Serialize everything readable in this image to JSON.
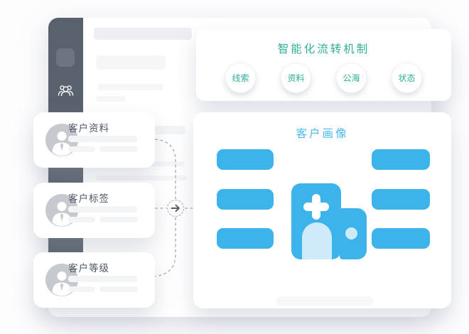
{
  "flow_card": {
    "title": "智能化流转机制",
    "accent_color": "#2fae96",
    "pills": [
      {
        "label": "线索"
      },
      {
        "label": "资料"
      },
      {
        "label": "公海"
      },
      {
        "label": "状态"
      }
    ]
  },
  "portrait_card": {
    "title": "客户画像",
    "accent_color": "#4bb8ec",
    "bar_color": "#3db4e9",
    "center_icon": "hospital-building-plus-icon",
    "left_bar_count": 3,
    "right_bar_count": 3
  },
  "source_cards": [
    {
      "title": "客户资料",
      "icon": "user-avatar-icon"
    },
    {
      "title": "客户标签",
      "icon": "user-avatar-icon"
    },
    {
      "title": "客户等级",
      "icon": "user-avatar-icon"
    }
  ],
  "sidebar": {
    "color": "#59616d",
    "icons": [
      "app-tile-icon",
      "users-group-icon"
    ]
  },
  "connector": {
    "icon": "arrow-right-icon",
    "line_color": "#a6abb3"
  }
}
